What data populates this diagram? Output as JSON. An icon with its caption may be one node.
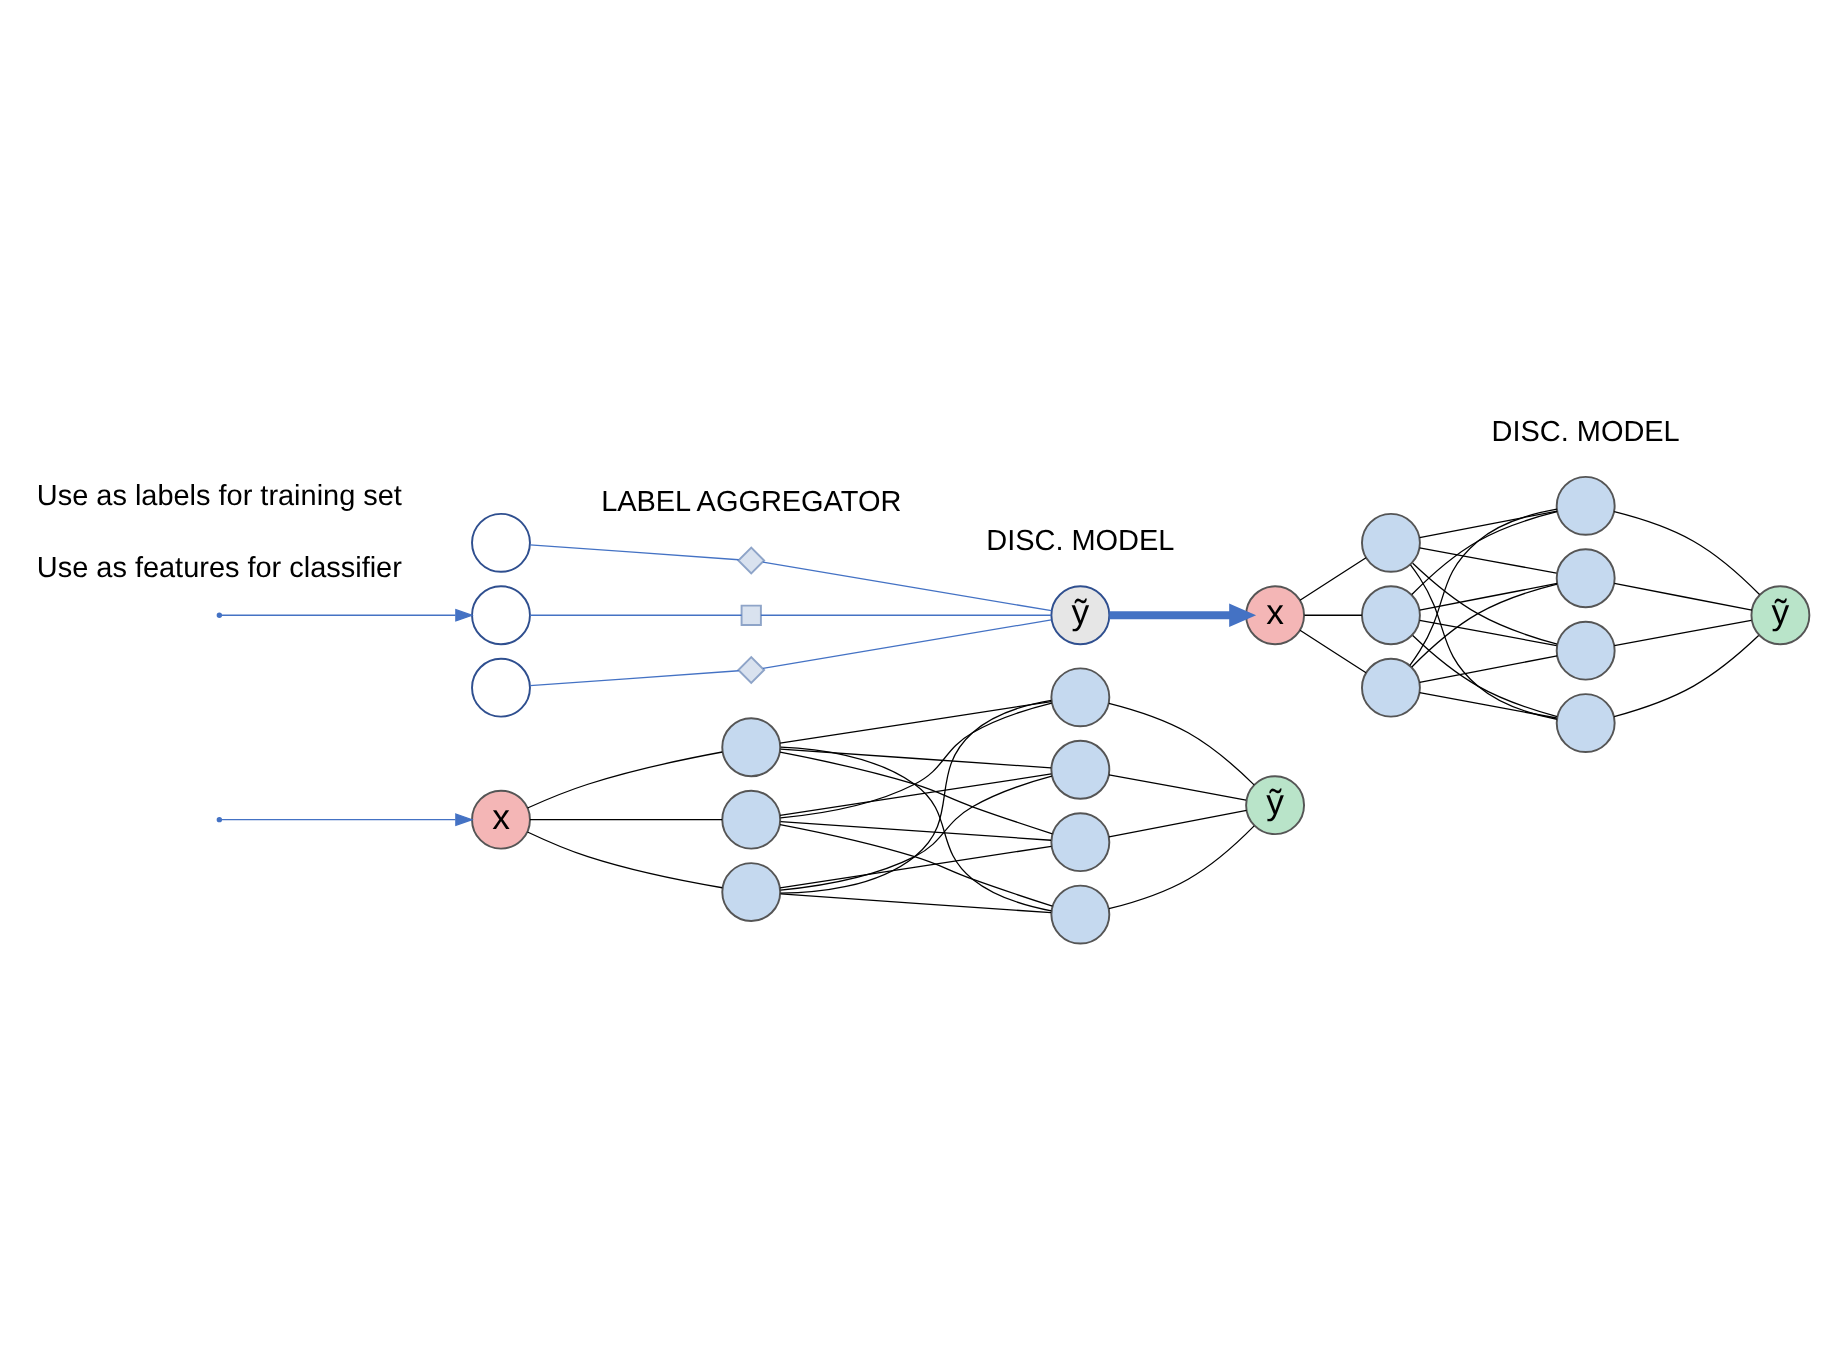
{
  "diagram": {
    "nodes": [
      {
        "text": [
          "x"
        ]
      },
      {
        "text": [],
        "shape": "circle"
      },
      {
        "text": [],
        "shape": "circle"
      },
      {
        "text": [],
        "shape": "circle"
      },
      {
        "text": [],
        "shape": "circle"
      },
      {
        "text": [],
        "shape": "circle"
      },
      {
        "text": [],
        "shape": "circle"
      },
      {
        "text": [],
        "shape": "circle"
      },
      {
        "text": [
          "ỹ"
        ]
      },
      {
        "text": [],
        "shape": "circle"
      },
      {
        "text": [],
        "shape": "circle"
      },
      {
        "text": [],
        "shape": "circle"
      },
      {
        "text": [],
        "shape": "diamond"
      },
      {
        "text": [],
        "shape": "box"
      },
      {
        "text": [],
        "shape": "diamond"
      },
      {
        "text": [
          "ỹ"
        ]
      },
      {
        "text": [
          "x"
        ]
      },
      {
        "text": [],
        "shape": "circle"
      },
      {
        "text": [],
        "shape": "circle"
      },
      {
        "text": [],
        "shape": "circle"
      },
      {
        "text": [],
        "shape": "circle"
      },
      {
        "text": [],
        "shape": "circle"
      },
      {
        "text": [],
        "shape": "circle"
      },
      {
        "text": [],
        "shape": "circle"
      },
      {
        "text": [
          "ỹ"
        ]
      }
    ],
    "edges": [
      {
        "from": null,
        "to": 0,
        "arrow": "to",
        "color": "#4472c4"
      },
      {
        "from": null,
        "to": 10,
        "arrow": "to",
        "color": "#4472c4"
      },
      {
        "from": 0,
        "to": 1,
        "arrow": "none"
      },
      {
        "from": 0,
        "to": 2,
        "arrow": "none"
      },
      {
        "from": 0,
        "to": 3,
        "arrow": "none"
      },
      {
        "from": 1,
        "to": 4,
        "arrow": "none"
      },
      {
        "from": 1,
        "to": 5,
        "arrow": "none"
      },
      {
        "from": 1,
        "to": 6,
        "arrow": "none"
      },
      {
        "from": 1,
        "to": 7,
        "arrow": "none"
      },
      {
        "from": 2,
        "to": 4,
        "arrow": "none"
      },
      {
        "from": 2,
        "to": 5,
        "arrow": "none"
      },
      {
        "from": 2,
        "to": 6,
        "arrow": "none"
      },
      {
        "from": 2,
        "to": 7,
        "arrow": "none"
      },
      {
        "from": 3,
        "to": 4,
        "arrow": "none"
      },
      {
        "from": 3,
        "to": 5,
        "arrow": "none"
      },
      {
        "from": 3,
        "to": 6,
        "arrow": "none"
      },
      {
        "from": 3,
        "to": 7,
        "arrow": "none"
      },
      {
        "from": 4,
        "to": 8,
        "arrow": "none"
      },
      {
        "from": 5,
        "to": 8,
        "arrow": "none"
      },
      {
        "from": 6,
        "to": 8,
        "arrow": "none"
      },
      {
        "from": 7,
        "to": 8,
        "arrow": "none"
      },
      {
        "from": 9,
        "to": 12,
        "arrow": "none",
        "color": "#4472c4"
      },
      {
        "from": 10,
        "to": 13,
        "arrow": "none",
        "color": "#4472c4"
      },
      {
        "from": 11,
        "to": 14,
        "arrow": "none",
        "color": "#4472c4"
      },
      {
        "from": 12,
        "to": 15,
        "arrow": "none",
        "color": "#4472c4"
      },
      {
        "from": 13,
        "to": 15,
        "arrow": "none",
        "color": "#4472c4"
      },
      {
        "from": 14,
        "to": 15,
        "arrow": "none",
        "color": "#4472c4"
      },
      {
        "from": 15,
        "to": 16,
        "arrow": "to",
        "style": "thick",
        "color": "#4472c4"
      },
      {
        "from": 16,
        "to": 17,
        "arrow": "none"
      },
      {
        "from": 16,
        "to": 18,
        "arrow": "none"
      },
      {
        "from": 16,
        "to": 19,
        "arrow": "none"
      },
      {
        "from": 17,
        "to": 20,
        "arrow": "none"
      },
      {
        "from": 17,
        "to": 21,
        "arrow": "none"
      },
      {
        "from": 17,
        "to": 22,
        "arrow": "none"
      },
      {
        "from": 17,
        "to": 23,
        "arrow": "none"
      },
      {
        "from": 18,
        "to": 20,
        "arrow": "none"
      },
      {
        "from": 18,
        "to": 21,
        "arrow": "none"
      },
      {
        "from": 18,
        "to": 22,
        "arrow": "none"
      },
      {
        "from": 18,
        "to": 23,
        "arrow": "none"
      },
      {
        "from": 19,
        "to": 20,
        "arrow": "none"
      },
      {
        "from": 19,
        "to": 21,
        "arrow": "none"
      },
      {
        "from": 19,
        "to": 22,
        "arrow": "none"
      },
      {
        "from": 19,
        "to": 23,
        "arrow": "none"
      },
      {
        "from": 20,
        "to": 24,
        "arrow": "none"
      },
      {
        "from": 21,
        "to": 24,
        "arrow": "none"
      },
      {
        "from": 22,
        "to": 24,
        "arrow": "none"
      },
      {
        "from": 23,
        "to": 24,
        "arrow": "none"
      }
    ],
    "labels": [
      "DISC. MODEL",
      "Use as features for classifier",
      "LABEL AGGREGATOR",
      "DISC. MODEL",
      "Use as labels for training set"
    ]
  }
}
